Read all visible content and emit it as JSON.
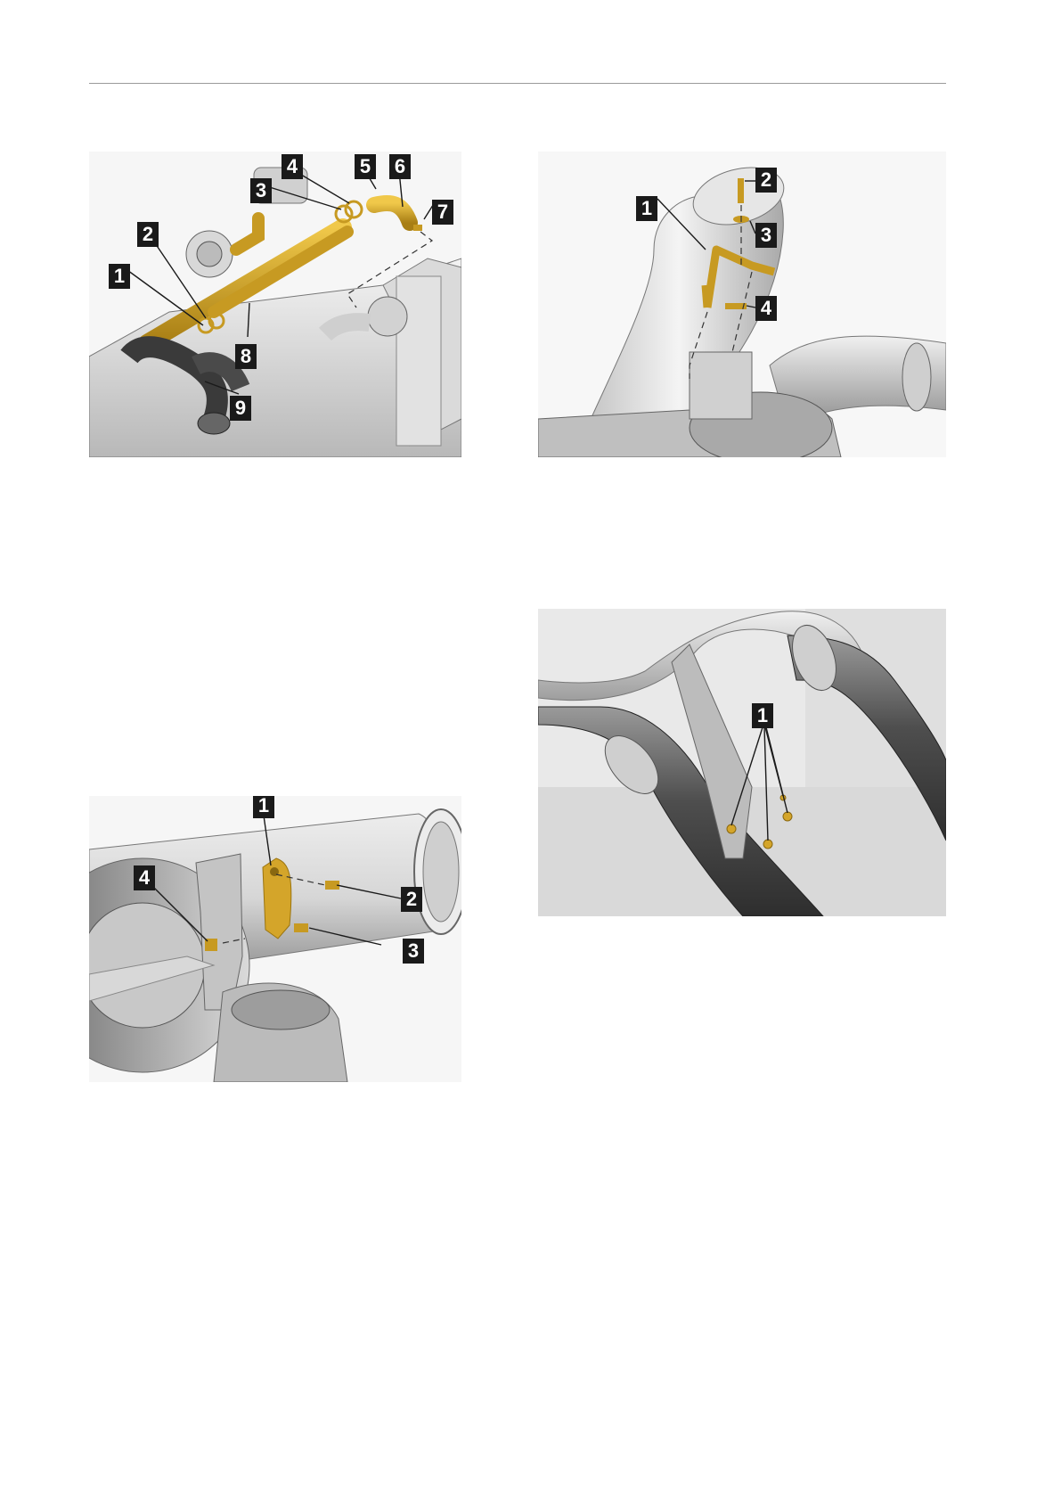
{
  "figures": {
    "fig1": {
      "callouts": [
        "1",
        "2",
        "3",
        "4",
        "5",
        "6",
        "7",
        "8",
        "9"
      ]
    },
    "fig2": {
      "callouts": [
        "1",
        "2",
        "3",
        "4"
      ]
    },
    "fig3": {
      "callouts": [
        "1",
        "2",
        "3",
        "4"
      ]
    },
    "fig4": {
      "callouts": [
        "1"
      ]
    }
  },
  "colors": {
    "highlight": "#d4a52a",
    "callout_bg": "#1a1a1a",
    "callout_text": "#ffffff",
    "part_grey": "#cfcfcf",
    "dark_pipe": "#3a3a3a"
  }
}
